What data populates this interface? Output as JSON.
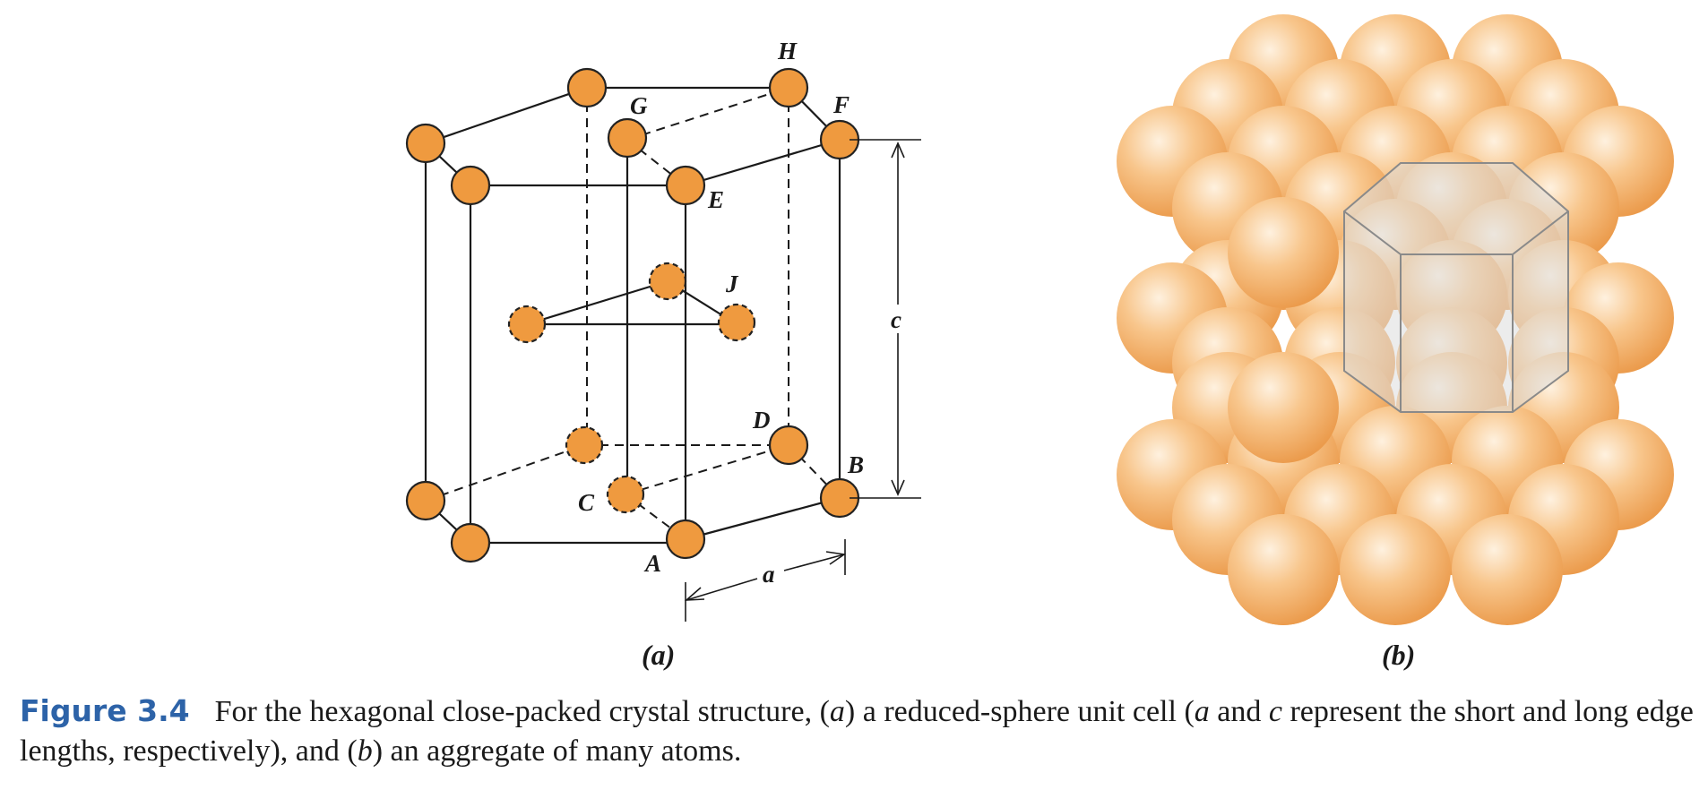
{
  "diagram_a": {
    "vertex_labels": {
      "H": "H",
      "G": "G",
      "F": "F",
      "E": "E",
      "J": "J",
      "D": "D",
      "C": "C",
      "B": "B",
      "A": "A"
    },
    "dim_a": "a",
    "dim_c": "c",
    "sublabel": "(a)"
  },
  "diagram_b": {
    "sublabel": "(b)"
  },
  "caption": {
    "label": "Figure 3.4",
    "pre": "For the hexagonal close-packed crystal structure, (",
    "a1": "a",
    "mid1": ") a reduced-sphere unit cell (",
    "a2": "a",
    "mid2": " and ",
    "c": "c",
    "mid3": " represent the short and long edge lengths, respectively), and (",
    "b": "b",
    "end": ") an aggregate of many atoms."
  },
  "colors": {
    "atom": "#ef9a3f",
    "atom_stroke": "#222222",
    "sphere_light": "#fde4c4",
    "sphere_dark": "#eb9b4c",
    "caption_label": "#2d63a8"
  }
}
